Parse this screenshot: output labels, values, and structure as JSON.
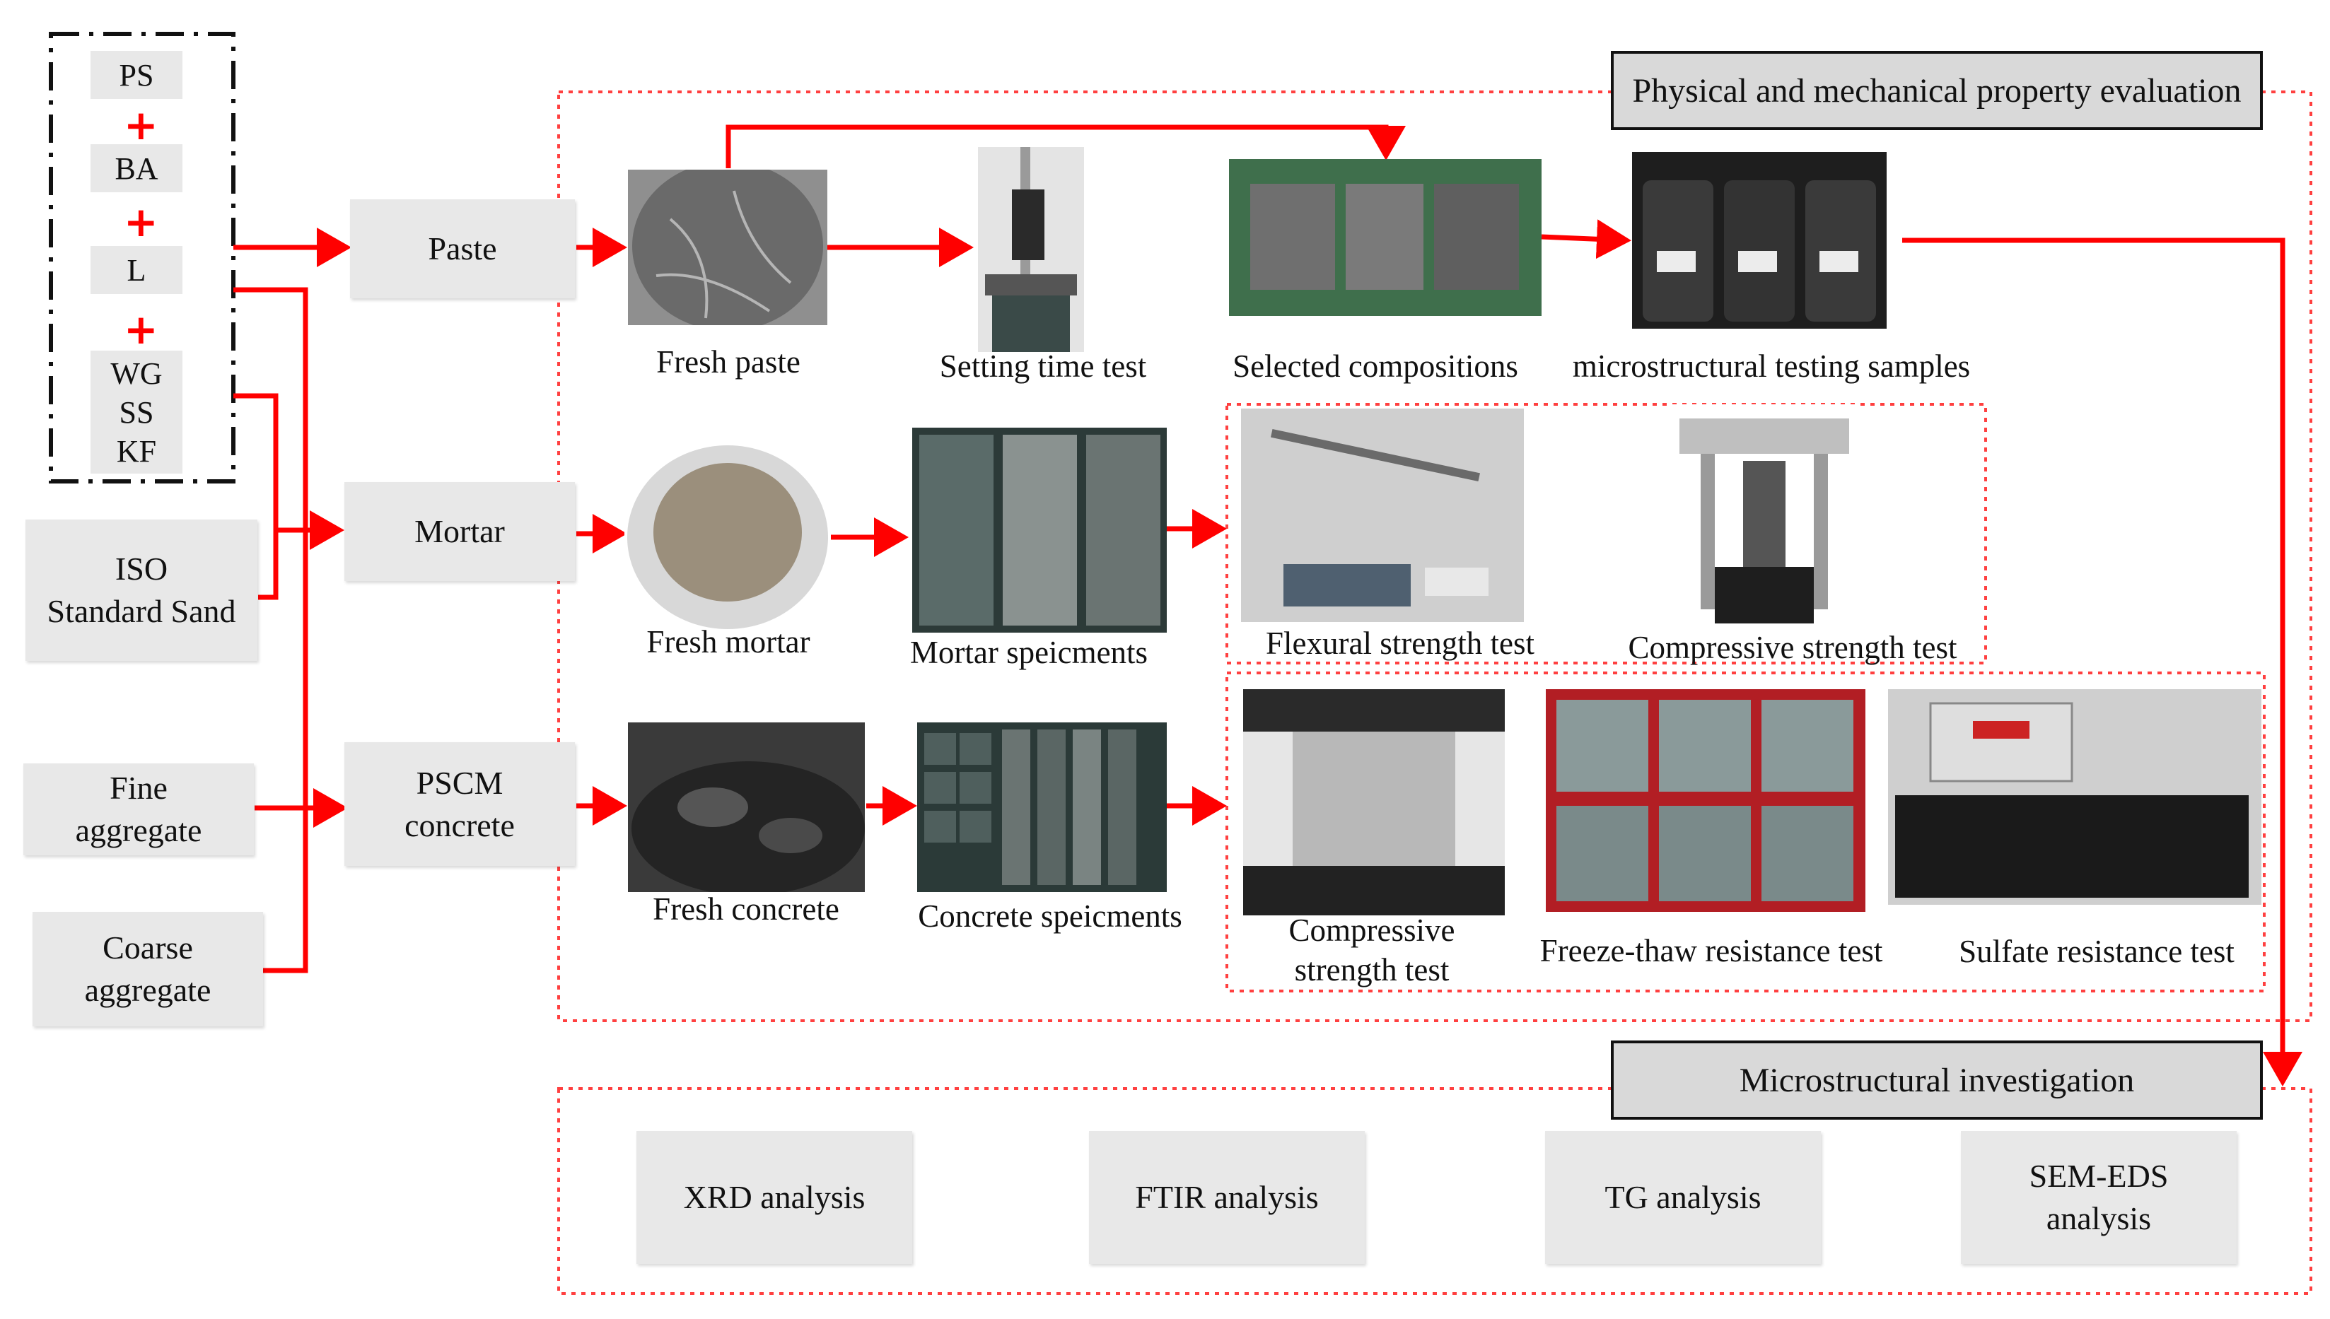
{
  "materials": [
    "PS",
    "BA",
    "L",
    "WG",
    "SS",
    "KF"
  ],
  "plus_symbol": "+",
  "inputs": {
    "iso_sand": "ISO\nStandard Sand",
    "fine_aggregate": "Fine\naggregate",
    "coarse_aggregate": "Coarse\naggregate"
  },
  "products": {
    "paste": "Paste",
    "mortar": "Mortar",
    "concrete": "PSCM\nconcrete"
  },
  "headers": {
    "physical": "Physical and mechanical property evaluation",
    "micro": "Microstructural investigation"
  },
  "captions": {
    "fresh_paste": "Fresh paste",
    "setting_time": "Setting time test",
    "selected_compositions": "Selected compositions",
    "micro_samples": "microstructural testing samples",
    "fresh_mortar": "Fresh mortar",
    "mortar_specimens": "Mortar speicments",
    "flexural": "Flexural strength test",
    "compressive_mortar": "Compressive strength test",
    "fresh_concrete": "Fresh concrete",
    "concrete_specimens": "Concrete speicments",
    "compressive_concrete": "Compressive\nstrength test",
    "freeze_thaw": "Freeze-thaw resistance test",
    "sulfate": "Sulfate resistance test"
  },
  "analyses": {
    "xrd": "XRD analysis",
    "ftir": "FTIR analysis",
    "tg": "TG analysis",
    "sem": "SEM-EDS\nanalysis"
  },
  "colors": {
    "arrow": "#ff0000",
    "box": "#e8e8e8",
    "header": "#d9d9d9"
  }
}
